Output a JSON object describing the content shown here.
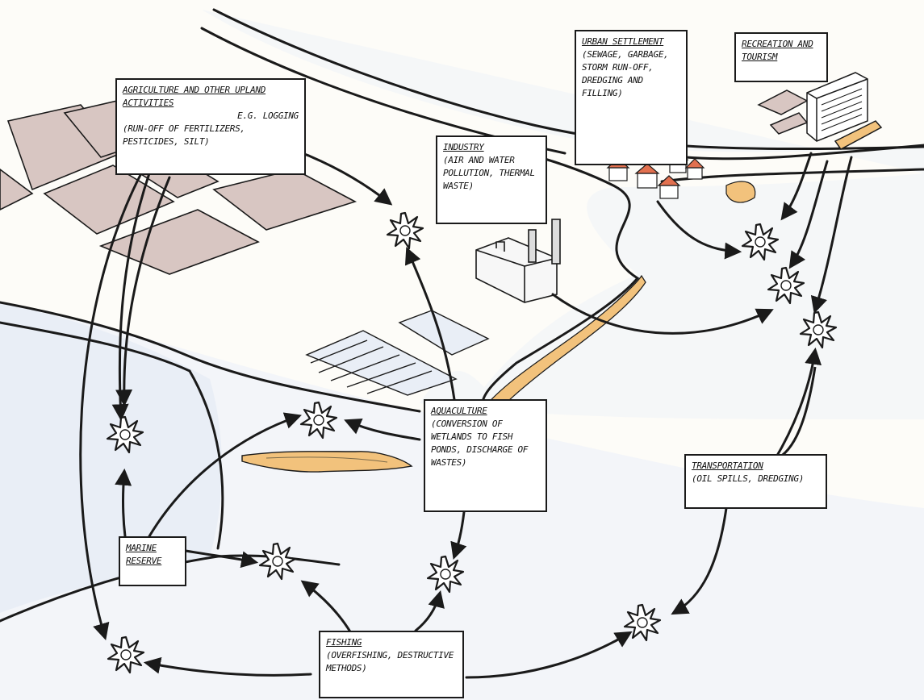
{
  "colors": {
    "ink": "#1a1a1a",
    "water": "#e9eef6",
    "land": "#fbfaf5",
    "field_fill": "#d8c6c2",
    "sand": "#f2c27c",
    "roof": "#e2704f"
  },
  "icons": {
    "impact": "starburst-icon"
  },
  "boxes": {
    "agriculture": {
      "title": "AGRICULTURE AND OTHER UPLAND ACTIVITIES",
      "note": "E.G. LOGGING",
      "body": "(RUN-OFF OF FERTILIZERS, PESTICIDES, SILT)"
    },
    "industry": {
      "title": "INDUSTRY",
      "body": "(AIR AND WATER POLLUTION, THERMAL WASTE)"
    },
    "urban": {
      "title": "URBAN SETTLEMENT",
      "body": "(SEWAGE, GARBAGE, STORM RUN-OFF, DREDGING AND FILLING)"
    },
    "recreation": {
      "title": "RECREATION AND TOURISM"
    },
    "aquaculture": {
      "title": "AQUACULTURE",
      "body": "(CONVERSION OF WETLANDS TO FISH PONDS, DISCHARGE OF WASTES)"
    },
    "transportation": {
      "title": "TRANSPORTATION",
      "body": "(OIL SPILLS, DREDGING)"
    },
    "marine": {
      "title": "MARINE RESERVE"
    },
    "fishing": {
      "title": "FISHING",
      "body": "(OVERFISHING, DESTRUCTIVE METHODS)"
    }
  }
}
